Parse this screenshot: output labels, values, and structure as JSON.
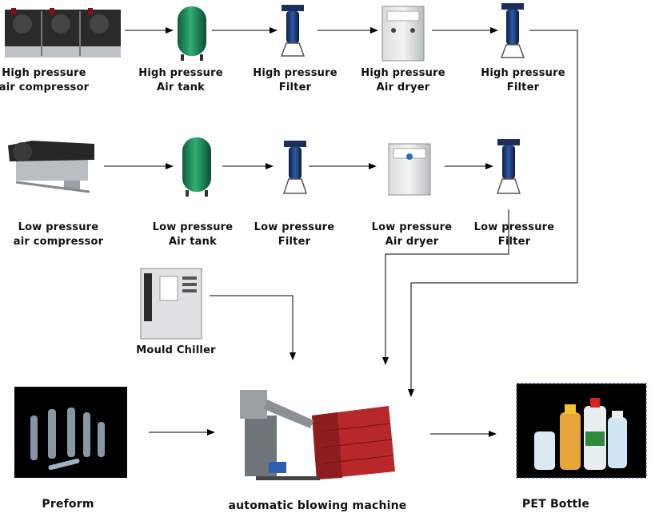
{
  "row1": {
    "compressor": [
      "High pressure",
      "air compressor"
    ],
    "tank": [
      "High pressure",
      "Air tank"
    ],
    "filter1": [
      "High pressure",
      "Filter"
    ],
    "dryer": [
      "High pressure",
      "Air dryer"
    ],
    "filter2": [
      "High pressure",
      "Filter"
    ]
  },
  "row2": {
    "compressor": [
      "Low pressure",
      "air compressor"
    ],
    "tank": [
      "Low pressure",
      "Air tank"
    ],
    "filter1": [
      "Low pressure",
      "Filter"
    ],
    "dryer": [
      "Low pressure",
      "Air dryer"
    ],
    "filter2": [
      "Low pressure",
      "Filter"
    ]
  },
  "chiller": "Mould Chiller",
  "bottom": {
    "preform": "Preform",
    "machine": "automatic blowing machine",
    "bottle": "PET Bottle"
  },
  "colors": {
    "tank": "#1e8a5c",
    "filter": "#1c3d7a",
    "machine_red": "#b8282a",
    "line": "#000000"
  }
}
